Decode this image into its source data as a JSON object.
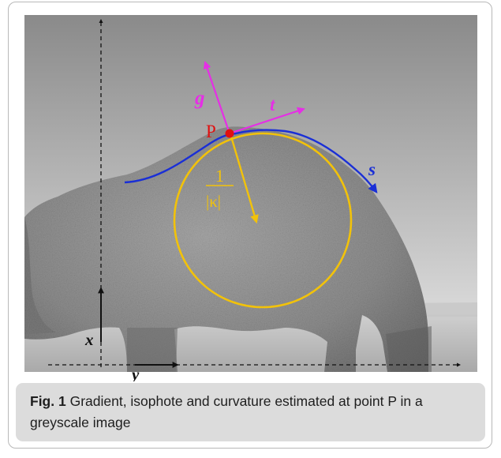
{
  "figure": {
    "labels": {
      "point": "P",
      "gradient": "g",
      "tangent": "t",
      "isophote": "s",
      "x_axis": "x",
      "y_axis": "y",
      "radius_numerator": "1",
      "radius_denominator": "|κ|"
    },
    "colors": {
      "isophote_curve": "#1a2fd6",
      "osculating_circle": "#f2c20a",
      "radius_arrow": "#f2c20a",
      "vectors": "#e62ee6",
      "point": "#e01010",
      "axes": "#111111"
    }
  },
  "caption": {
    "label": "Fig. 1",
    "text": "Gradient, isophote and curvature estimated at point P in a greyscale image"
  }
}
